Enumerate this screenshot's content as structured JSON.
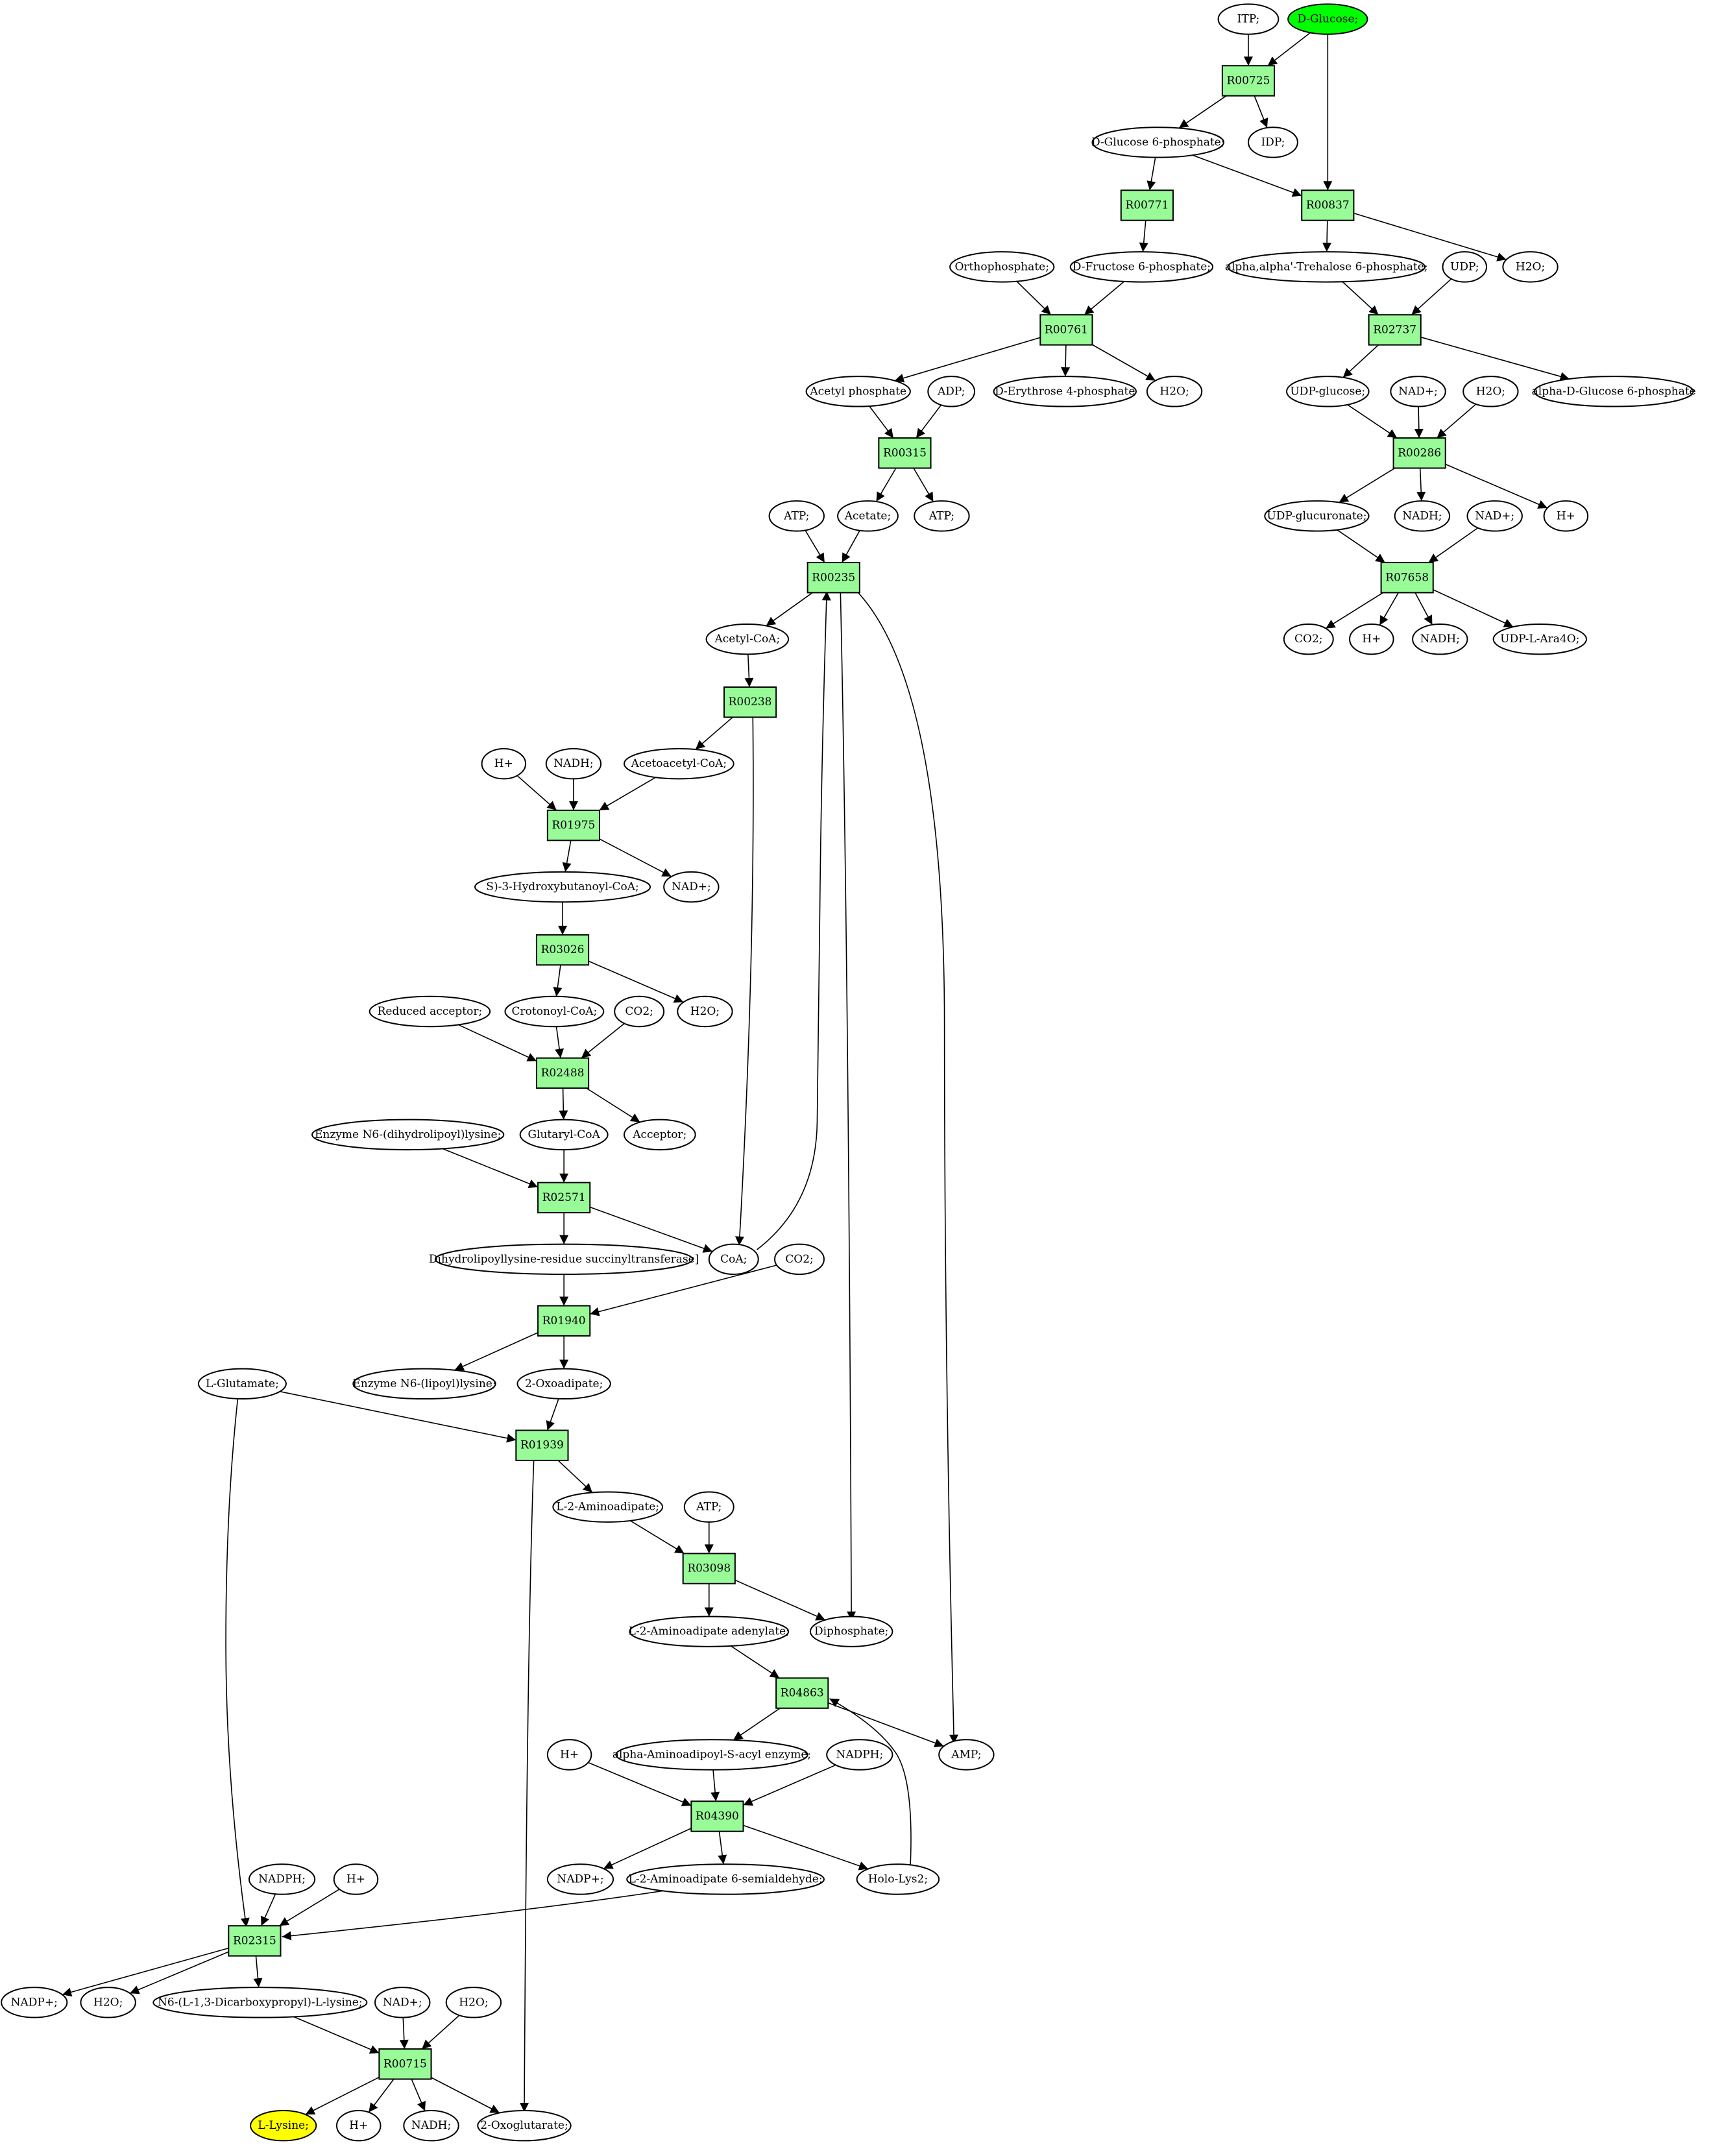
{
  "colors": {
    "reaction_fill": "#98fb98",
    "start_fill": "#00ff00",
    "end_fill": "#ffff00",
    "node_fill": "#ffffff",
    "stroke": "#000000"
  },
  "nodes": [
    {
      "id": "ITP",
      "label": "ITP;",
      "kind": "compound"
    },
    {
      "id": "DGLC",
      "label": "D-Glucose;",
      "kind": "start"
    },
    {
      "id": "R00725",
      "label": "R00725",
      "kind": "reaction"
    },
    {
      "id": "DG6P",
      "label": "D-Glucose 6-phosphate;",
      "kind": "compound"
    },
    {
      "id": "IDP",
      "label": "IDP;",
      "kind": "compound"
    },
    {
      "id": "R00771",
      "label": "R00771",
      "kind": "reaction"
    },
    {
      "id": "R00837",
      "label": "R00837",
      "kind": "reaction"
    },
    {
      "id": "ORTHO",
      "label": "Orthophosphate;",
      "kind": "compound"
    },
    {
      "id": "DF6P",
      "label": "D-Fructose 6-phosphate;",
      "kind": "compound"
    },
    {
      "id": "TRE6P",
      "label": "alpha,alpha'-Trehalose 6-phosphate;",
      "kind": "compound"
    },
    {
      "id": "UDP",
      "label": "UDP;",
      "kind": "compound"
    },
    {
      "id": "H2O_A",
      "label": "H2O;",
      "kind": "compound"
    },
    {
      "id": "R00761",
      "label": "R00761",
      "kind": "reaction"
    },
    {
      "id": "R02737",
      "label": "R02737",
      "kind": "reaction"
    },
    {
      "id": "ACP",
      "label": "Acetyl phosphate",
      "kind": "compound"
    },
    {
      "id": "ADP",
      "label": "ADP;",
      "kind": "compound"
    },
    {
      "id": "DE4P",
      "label": "D-Erythrose 4-phosphate",
      "kind": "compound"
    },
    {
      "id": "H2O_B",
      "label": "H2O;",
      "kind": "compound"
    },
    {
      "id": "UDPGLC",
      "label": "UDP-glucose;",
      "kind": "compound"
    },
    {
      "id": "NADP_A",
      "label": "NAD+;",
      "kind": "compound"
    },
    {
      "id": "H2O_C",
      "label": "H2O;",
      "kind": "compound"
    },
    {
      "id": "AG6P",
      "label": "alpha-D-Glucose 6-phosphate",
      "kind": "compound"
    },
    {
      "id": "R00315",
      "label": "R00315",
      "kind": "reaction"
    },
    {
      "id": "R00286",
      "label": "R00286",
      "kind": "reaction"
    },
    {
      "id": "ATP_A",
      "label": "ATP;",
      "kind": "compound"
    },
    {
      "id": "ACE",
      "label": "Acetate;",
      "kind": "compound"
    },
    {
      "id": "ATP_B",
      "label": "ATP;",
      "kind": "compound"
    },
    {
      "id": "UDPGA",
      "label": "UDP-glucuronate;",
      "kind": "compound"
    },
    {
      "id": "NADH_A",
      "label": "NADH;",
      "kind": "compound"
    },
    {
      "id": "NAD_B",
      "label": "NAD+;",
      "kind": "compound"
    },
    {
      "id": "HP_A",
      "label": "H+",
      "kind": "compound"
    },
    {
      "id": "R00235",
      "label": "R00235",
      "kind": "reaction"
    },
    {
      "id": "R07658",
      "label": "R07658",
      "kind": "reaction"
    },
    {
      "id": "CO2_A",
      "label": "CO2;",
      "kind": "compound"
    },
    {
      "id": "HP_B",
      "label": "H+",
      "kind": "compound"
    },
    {
      "id": "NADH_B",
      "label": "NADH;",
      "kind": "compound"
    },
    {
      "id": "UDPARA",
      "label": "UDP-L-Ara4O;",
      "kind": "compound"
    },
    {
      "id": "ACCOA",
      "label": "Acetyl-CoA;",
      "kind": "compound"
    },
    {
      "id": "R00238",
      "label": "R00238",
      "kind": "reaction"
    },
    {
      "id": "HP_C",
      "label": "H+",
      "kind": "compound"
    },
    {
      "id": "NADH_C",
      "label": "NADH;",
      "kind": "compound"
    },
    {
      "id": "AACOA",
      "label": "Acetoacetyl-CoA;",
      "kind": "compound"
    },
    {
      "id": "R01975",
      "label": "R01975",
      "kind": "reaction"
    },
    {
      "id": "HBCOA",
      "label": "S)-3-Hydroxybutanoyl-CoA;",
      "kind": "compound"
    },
    {
      "id": "NAD_C",
      "label": "NAD+;",
      "kind": "compound"
    },
    {
      "id": "R03026",
      "label": "R03026",
      "kind": "reaction"
    },
    {
      "id": "REDACC",
      "label": "Reduced acceptor;",
      "kind": "compound"
    },
    {
      "id": "CROT",
      "label": "Crotonoyl-CoA;",
      "kind": "compound"
    },
    {
      "id": "CO2_B",
      "label": "CO2;",
      "kind": "compound"
    },
    {
      "id": "H2O_D",
      "label": "H2O;",
      "kind": "compound"
    },
    {
      "id": "R02488",
      "label": "R02488",
      "kind": "reaction"
    },
    {
      "id": "ENZDH",
      "label": "Enzyme N6-(dihydrolipoyl)lysine;",
      "kind": "compound"
    },
    {
      "id": "GLUCOA",
      "label": "Glutaryl-CoA",
      "kind": "compound"
    },
    {
      "id": "ACC",
      "label": "Acceptor;",
      "kind": "compound"
    },
    {
      "id": "R02571",
      "label": "R02571",
      "kind": "reaction"
    },
    {
      "id": "DHLS",
      "label": "Dihydrolipoyllysine-residue succinyltransferase]",
      "kind": "compound"
    },
    {
      "id": "COA",
      "label": "CoA;",
      "kind": "compound"
    },
    {
      "id": "CO2_C",
      "label": "CO2;",
      "kind": "compound"
    },
    {
      "id": "R01940",
      "label": "R01940",
      "kind": "reaction"
    },
    {
      "id": "LGLU",
      "label": "L-Glutamate;",
      "kind": "compound"
    },
    {
      "id": "ENZLIP",
      "label": "Enzyme N6-(lipoyl)lysine;",
      "kind": "compound"
    },
    {
      "id": "OXOAD",
      "label": "2-Oxoadipate;",
      "kind": "compound"
    },
    {
      "id": "R01939",
      "label": "R01939",
      "kind": "reaction"
    },
    {
      "id": "L2AA",
      "label": "L-2-Aminoadipate;",
      "kind": "compound"
    },
    {
      "id": "ATP_C",
      "label": "ATP;",
      "kind": "compound"
    },
    {
      "id": "R03098",
      "label": "R03098",
      "kind": "reaction"
    },
    {
      "id": "L2AAAD",
      "label": "L-2-Aminoadipate adenylate;",
      "kind": "compound"
    },
    {
      "id": "PPI",
      "label": "Diphosphate;",
      "kind": "compound"
    },
    {
      "id": "R04863",
      "label": "R04863",
      "kind": "reaction"
    },
    {
      "id": "HP_D",
      "label": "H+",
      "kind": "compound"
    },
    {
      "id": "AAACYL",
      "label": "alpha-Aminoadipoyl-S-acyl enzyme;",
      "kind": "compound"
    },
    {
      "id": "NADPH_A",
      "label": "NADPH;",
      "kind": "compound"
    },
    {
      "id": "AMP",
      "label": "AMP;",
      "kind": "compound"
    },
    {
      "id": "R04390",
      "label": "R04390",
      "kind": "reaction"
    },
    {
      "id": "NADPP_A",
      "label": "NADP+;",
      "kind": "compound"
    },
    {
      "id": "L2AA6S",
      "label": "L-2-Aminoadipate 6-semialdehyde;",
      "kind": "compound"
    },
    {
      "id": "HOLO",
      "label": "Holo-Lys2;",
      "kind": "compound"
    },
    {
      "id": "NADPH_B",
      "label": "NADPH;",
      "kind": "compound"
    },
    {
      "id": "HP_E",
      "label": "H+",
      "kind": "compound"
    },
    {
      "id": "R02315",
      "label": "R02315",
      "kind": "reaction"
    },
    {
      "id": "NADPP_B",
      "label": "NADP+;",
      "kind": "compound"
    },
    {
      "id": "H2O_E",
      "label": "H2O;",
      "kind": "compound"
    },
    {
      "id": "N6DCP",
      "label": "N6-(L-1,3-Dicarboxypropyl)-L-lysine;",
      "kind": "compound"
    },
    {
      "id": "NAD_D",
      "label": "NAD+;",
      "kind": "compound"
    },
    {
      "id": "H2O_F",
      "label": "H2O;",
      "kind": "compound"
    },
    {
      "id": "R00715",
      "label": "R00715",
      "kind": "reaction"
    },
    {
      "id": "LLYS",
      "label": "L-Lysine;",
      "kind": "end"
    },
    {
      "id": "HP_F",
      "label": "H+",
      "kind": "compound"
    },
    {
      "id": "NADH_D",
      "label": "NADH;",
      "kind": "compound"
    },
    {
      "id": "OXOGLU",
      "label": "2-Oxoglutarate;",
      "kind": "compound"
    }
  ],
  "edges": [
    [
      "ITP",
      "R00725"
    ],
    [
      "DGLC",
      "R00725"
    ],
    [
      "DGLC",
      "R00837"
    ],
    [
      "R00725",
      "DG6P"
    ],
    [
      "R00725",
      "IDP"
    ],
    [
      "DG6P",
      "R00771"
    ],
    [
      "DG6P",
      "R00837"
    ],
    [
      "R00771",
      "DF6P"
    ],
    [
      "R00837",
      "TRE6P"
    ],
    [
      "R00837",
      "H2O_A"
    ],
    [
      "ORTHO",
      "R00761"
    ],
    [
      "DF6P",
      "R00761"
    ],
    [
      "TRE6P",
      "R02737"
    ],
    [
      "UDP",
      "R02737"
    ],
    [
      "R00761",
      "ACP"
    ],
    [
      "R00761",
      "DE4P"
    ],
    [
      "R00761",
      "H2O_B"
    ],
    [
      "R02737",
      "UDPGLC"
    ],
    [
      "R02737",
      "AG6P"
    ],
    [
      "ACP",
      "R00315"
    ],
    [
      "ADP",
      "R00315"
    ],
    [
      "UDPGLC",
      "R00286"
    ],
    [
      "NADP_A",
      "R00286"
    ],
    [
      "H2O_C",
      "R00286"
    ],
    [
      "R00315",
      "ACE"
    ],
    [
      "R00315",
      "ATP_B"
    ],
    [
      "R00286",
      "UDPGA"
    ],
    [
      "R00286",
      "NADH_A"
    ],
    [
      "R00286",
      "HP_A"
    ],
    [
      "ATP_A",
      "R00235"
    ],
    [
      "ACE",
      "R00235"
    ],
    [
      "UDPGA",
      "R07658"
    ],
    [
      "NAD_B",
      "R07658"
    ],
    [
      "R07658",
      "CO2_A"
    ],
    [
      "R07658",
      "HP_B"
    ],
    [
      "R07658",
      "NADH_B"
    ],
    [
      "R07658",
      "UDPARA"
    ],
    [
      "R00235",
      "ACCOA"
    ],
    [
      "R00235",
      "PPI"
    ],
    [
      "R00235",
      "AMP"
    ],
    [
      "ACCOA",
      "R00238"
    ],
    [
      "R00238",
      "AACOA"
    ],
    [
      "R00238",
      "COA"
    ],
    [
      "HP_C",
      "R01975"
    ],
    [
      "NADH_C",
      "R01975"
    ],
    [
      "AACOA",
      "R01975"
    ],
    [
      "R01975",
      "HBCOA"
    ],
    [
      "R01975",
      "NAD_C"
    ],
    [
      "HBCOA",
      "R03026"
    ],
    [
      "R03026",
      "CROT"
    ],
    [
      "R03026",
      "H2O_D"
    ],
    [
      "REDACC",
      "R02488"
    ],
    [
      "CROT",
      "R02488"
    ],
    [
      "CO2_B",
      "R02488"
    ],
    [
      "R02488",
      "GLUCOA"
    ],
    [
      "R02488",
      "ACC"
    ],
    [
      "ENZDH",
      "R02571"
    ],
    [
      "GLUCOA",
      "R02571"
    ],
    [
      "R02571",
      "DHLS"
    ],
    [
      "R02571",
      "COA"
    ],
    [
      "COA",
      "R00235"
    ],
    [
      "DHLS",
      "R01940"
    ],
    [
      "CO2_C",
      "R01940"
    ],
    [
      "R01940",
      "ENZLIP"
    ],
    [
      "R01940",
      "OXOAD"
    ],
    [
      "LGLU",
      "R01939"
    ],
    [
      "OXOAD",
      "R01939"
    ],
    [
      "LGLU",
      "R02315"
    ],
    [
      "R01939",
      "L2AA"
    ],
    [
      "R01939",
      "OXOGLU"
    ],
    [
      "L2AA",
      "R03098"
    ],
    [
      "ATP_C",
      "R03098"
    ],
    [
      "R03098",
      "L2AAAD"
    ],
    [
      "R03098",
      "PPI"
    ],
    [
      "L2AAAD",
      "R04863"
    ],
    [
      "R04863",
      "AAACYL"
    ],
    [
      "R04863",
      "AMP"
    ],
    [
      "HP_D",
      "R04390"
    ],
    [
      "AAACYL",
      "R04390"
    ],
    [
      "NADPH_A",
      "R04390"
    ],
    [
      "R04390",
      "NADPP_A"
    ],
    [
      "R04390",
      "L2AA6S"
    ],
    [
      "R04390",
      "HOLO"
    ],
    [
      "HOLO",
      "R04863"
    ],
    [
      "NADPH_B",
      "R02315"
    ],
    [
      "HP_E",
      "R02315"
    ],
    [
      "L2AA6S",
      "R02315"
    ],
    [
      "R02315",
      "NADPP_B"
    ],
    [
      "R02315",
      "H2O_E"
    ],
    [
      "R02315",
      "N6DCP"
    ],
    [
      "N6DCP",
      "R00715"
    ],
    [
      "NAD_D",
      "R00715"
    ],
    [
      "H2O_F",
      "R00715"
    ],
    [
      "R00715",
      "LLYS"
    ],
    [
      "R00715",
      "HP_F"
    ],
    [
      "R00715",
      "NADH_D"
    ],
    [
      "R00715",
      "OXOGLU"
    ]
  ]
}
